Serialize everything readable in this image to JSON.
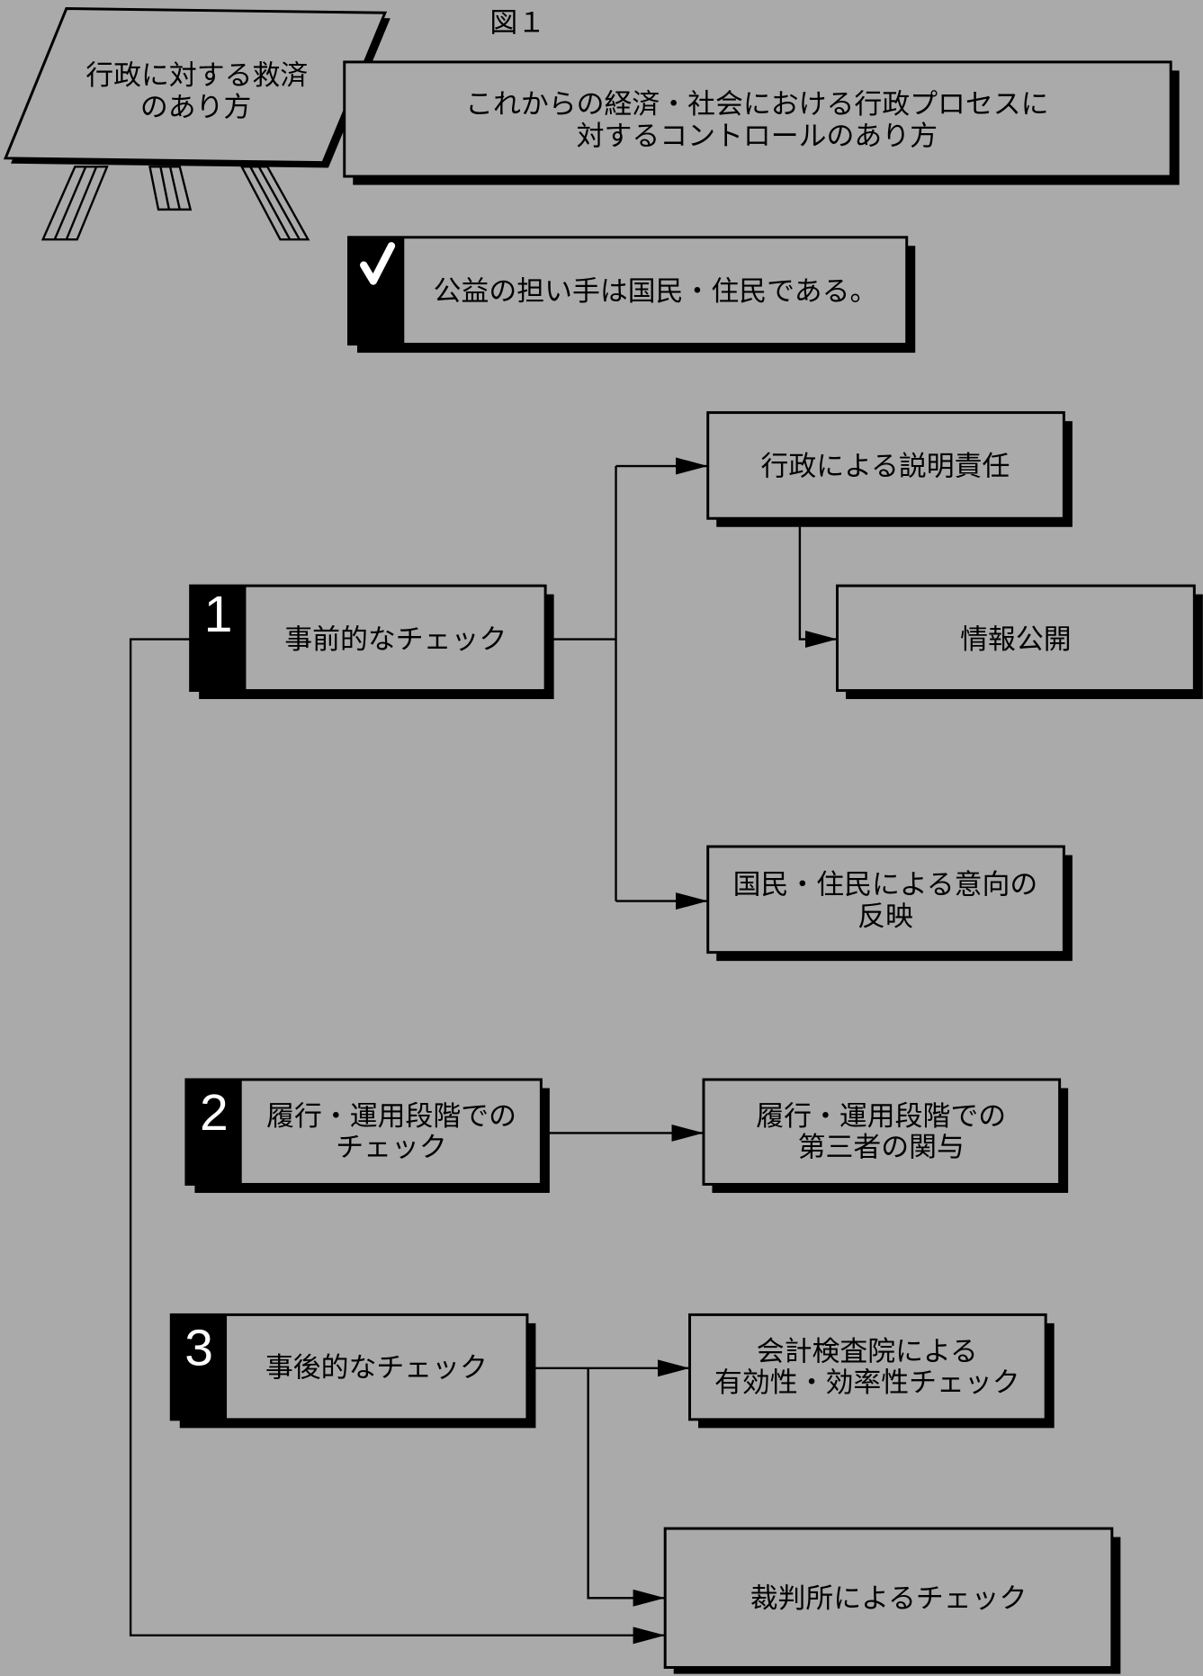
{
  "figure_label": "図１",
  "sign": {
    "lines": [
      "行政に対する救済",
      "のあり方"
    ]
  },
  "header_box": {
    "lines": [
      "これからの経済・社会における行政プロセスに",
      "対するコントロールのあり方"
    ]
  },
  "principle_box": {
    "icon": "check-icon",
    "text": "公益の担い手は国民・住民である。"
  },
  "checks": [
    {
      "number": "1",
      "lines": [
        "事前的なチェック"
      ]
    },
    {
      "number": "2",
      "lines": [
        "履行・運用段階での",
        "チェック"
      ]
    },
    {
      "number": "3",
      "lines": [
        "事後的なチェック"
      ]
    }
  ],
  "outcomes": {
    "accountability": {
      "lines": [
        "行政による説明責任"
      ]
    },
    "disclosure": {
      "lines": [
        "情報公開"
      ]
    },
    "public_input": {
      "lines": [
        "国民・住民による意向の",
        "反映"
      ]
    },
    "third_party": {
      "lines": [
        "履行・運用段階での",
        "第三者の関与"
      ]
    },
    "audit": {
      "lines": [
        "会計検査院による",
        "有効性・効率性チェック"
      ]
    },
    "court": {
      "lines": [
        "裁判所によるチェック"
      ]
    }
  },
  "colors": {
    "background": "#aaaaaa",
    "ink": "#000000",
    "number_text": "#ffffff"
  }
}
